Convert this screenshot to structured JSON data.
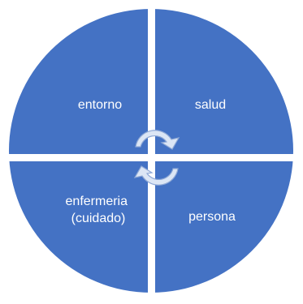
{
  "diagram": {
    "quadrants": [
      {
        "id": "top-left",
        "label_lines": [
          "entorno"
        ]
      },
      {
        "id": "top-right",
        "label_lines": [
          "salud"
        ]
      },
      {
        "id": "bottom-left",
        "label_lines": [
          "enfermeria",
          "(cuidado)"
        ]
      },
      {
        "id": "bottom-right",
        "label_lines": [
          "persona"
        ]
      }
    ],
    "center_icon": "cycle-arrows-icon",
    "colors": {
      "quadrant_fill": "#4472C4",
      "separator": "#ffffff",
      "arrow_fill": "#dce6f5",
      "arrow_stroke": "#8fa9d6",
      "label": "#ffffff"
    }
  }
}
